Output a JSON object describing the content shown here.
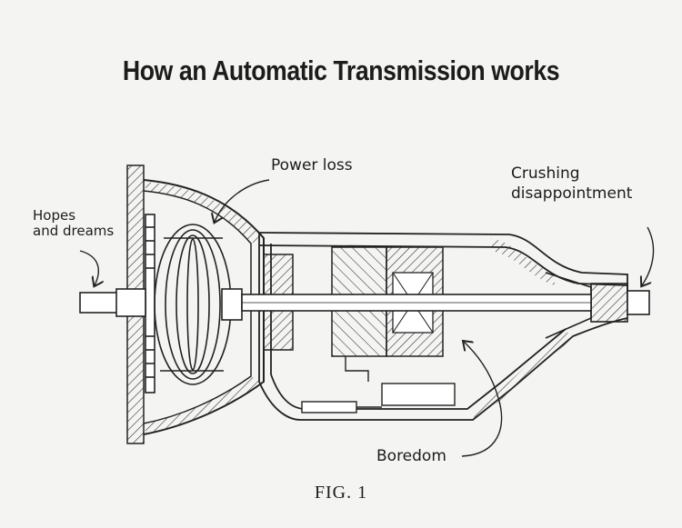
{
  "title": "How an Automatic Transmission works",
  "labels": {
    "hopes_line1": "Hopes",
    "hopes_line2": "and dreams",
    "power_loss": "Power loss",
    "crushing_line1": "Crushing",
    "crushing_line2": "disappointment",
    "boredom": "Boredom"
  },
  "caption": "FIG. 1"
}
